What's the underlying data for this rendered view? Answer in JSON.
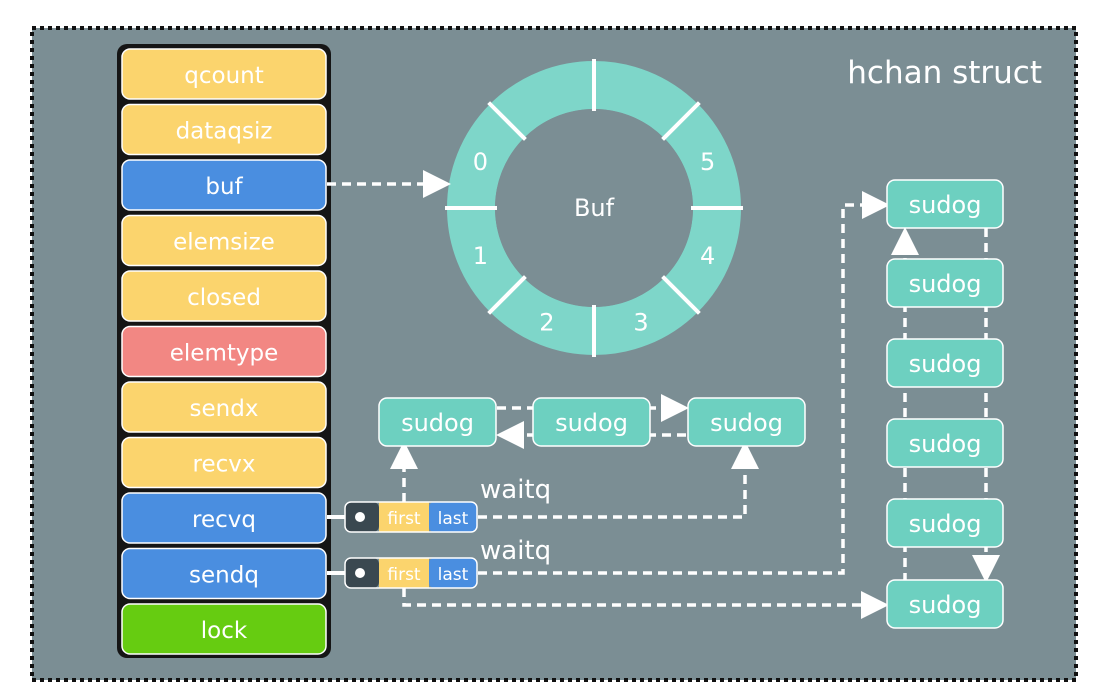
{
  "title": "hchan struct",
  "fields": [
    {
      "label": "qcount",
      "kind": "value"
    },
    {
      "label": "dataqsiz",
      "kind": "value"
    },
    {
      "label": "buf",
      "kind": "pointer"
    },
    {
      "label": "elemsize",
      "kind": "value"
    },
    {
      "label": "closed",
      "kind": "value"
    },
    {
      "label": "elemtype",
      "kind": "type"
    },
    {
      "label": "sendx",
      "kind": "value"
    },
    {
      "label": "recvx",
      "kind": "value"
    },
    {
      "label": "recvq",
      "kind": "pointer"
    },
    {
      "label": "sendq",
      "kind": "pointer"
    },
    {
      "label": "lock",
      "kind": "lock"
    }
  ],
  "buffer": {
    "center_label": "Buf",
    "slot_labels": [
      "0",
      "1",
      "2",
      "3",
      "4",
      "5"
    ]
  },
  "recv_waitq": {
    "label": "waitq",
    "first": "first",
    "last": "last"
  },
  "send_waitq": {
    "label": "waitq",
    "first": "first",
    "last": "last"
  },
  "recv_sudogs": [
    "sudog",
    "sudog",
    "sudog"
  ],
  "send_sudogs": [
    "sudog",
    "sudog",
    "sudog",
    "sudog",
    "sudog",
    "sudog"
  ],
  "colors": {
    "background": "#7b8e94",
    "value": "#fbd46d",
    "pointer": "#4a8ee0",
    "type": "#f28783",
    "lock": "#66cc11",
    "buffer": "#7ed6c9",
    "sudog": "#6dd0c0",
    "queue_handle": "#3a4850",
    "first": "#fbd46d",
    "last": "#4a8ee0"
  }
}
